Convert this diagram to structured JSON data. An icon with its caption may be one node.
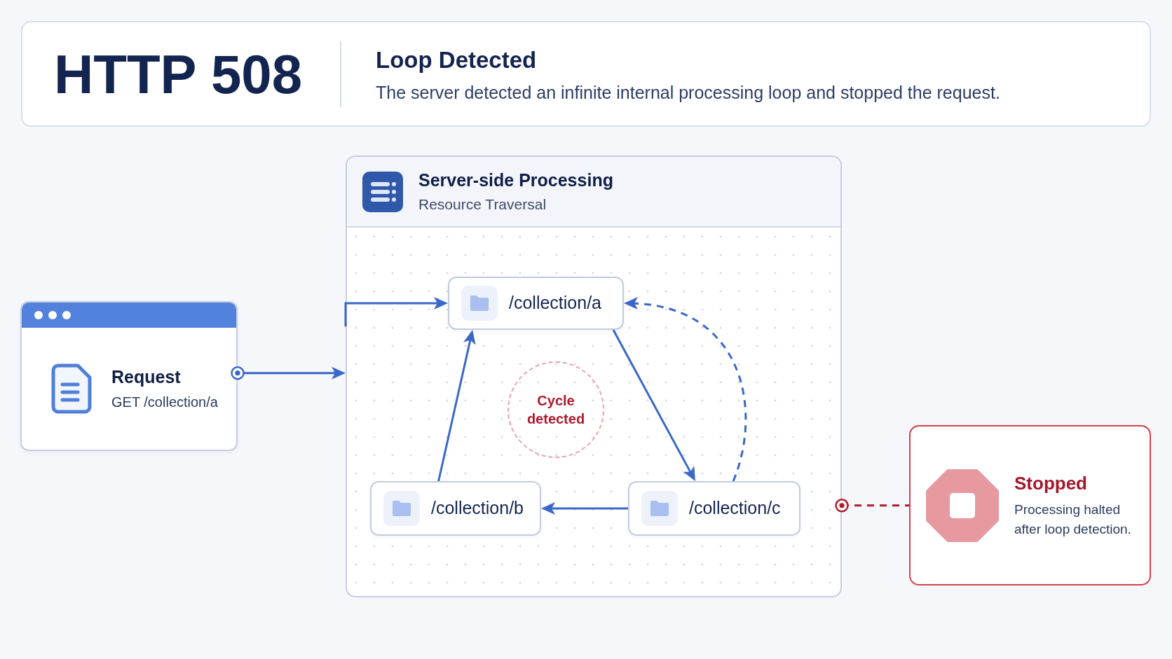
{
  "diagram": {
    "title": "HTTP 508",
    "nodes": [
      {
        "text": [
          "Request",
          "GET /collection/a"
        ]
      },
      {
        "text": [
          "Server-side Processing",
          "Resource Traversal"
        ]
      },
      {
        "text": [
          "/collection/a"
        ],
        "in": 1
      },
      {
        "text": [
          "/collection/b"
        ],
        "in": 1
      },
      {
        "text": [
          "/collection/c"
        ],
        "in": 1
      },
      {
        "text": [
          "Cycle detected"
        ],
        "in": 1
      },
      {
        "text": [
          "Stopped",
          "Processing halted after loop detection."
        ]
      }
    ],
    "edges": [
      {
        "from": 0,
        "to": 1,
        "arrow": "to"
      },
      {
        "from": 1,
        "to": 2,
        "arrow": "to"
      },
      {
        "from": 2,
        "to": 4,
        "arrow": "to"
      },
      {
        "from": 4,
        "to": 3,
        "arrow": "to"
      },
      {
        "from": 3,
        "to": 2,
        "arrow": "to"
      },
      {
        "from": 4,
        "to": 2,
        "arrow": "to",
        "style": "dashed"
      },
      {
        "from": 1,
        "to": 6,
        "arrow": "other",
        "style": "dashed",
        "color": "#b01c2e"
      }
    ],
    "labels": [
      "Loop Detected",
      "The server detected an infinite internal processing loop and stopped the request."
    ]
  }
}
